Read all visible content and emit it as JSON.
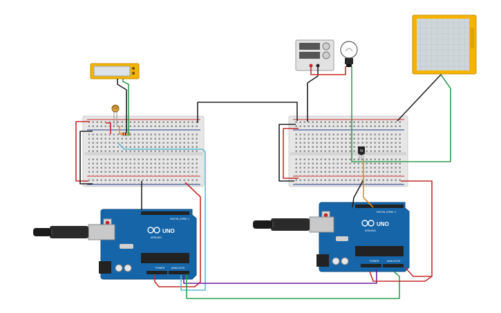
{
  "colors": {
    "canvas": "#ffffff",
    "breadboard": "#e6e6e6",
    "breadboard_hole": "#8a8a8a",
    "rail_red": "#d32f2f",
    "rail_blue": "#1e3a8a",
    "arduino_board": "#1565a8",
    "arduino_dark": "#0d4f86",
    "chip": "#222222",
    "lcd_frame": "#f4b400",
    "lcd_screen": "#dce3e8",
    "wire_red": "#c62828",
    "wire_black": "#212121",
    "wire_green": "#2e9e4e",
    "wire_cyan": "#5fb8cf",
    "wire_purple": "#6a1b9a",
    "wire_orange": "#ef8a17",
    "scope_frame": "#f4b400",
    "scope_screen": "#cfd6d9",
    "cable": "#b8b8b8",
    "plug": "#2a2a2a"
  },
  "components": {
    "arduino_left": {
      "logo": "ARDUINO",
      "model": "UNO",
      "header_digital": "DIGITAL (PWM ~)",
      "header_power": "POWER",
      "header_analog": "ANALOG IN"
    },
    "arduino_right": {
      "logo": "ARDUINO",
      "model": "UNO",
      "header_digital": "DIGITAL (PWM ~)",
      "header_power": "POWER",
      "header_analog": "ANALOG IN"
    },
    "transistor_label": "N"
  },
  "icons": {
    "usb_cable": "usb-cable-icon",
    "bulb": "light-bulb-icon",
    "power_supply": "power-supply-icon",
    "photoresistor": "photoresistor-icon"
  }
}
